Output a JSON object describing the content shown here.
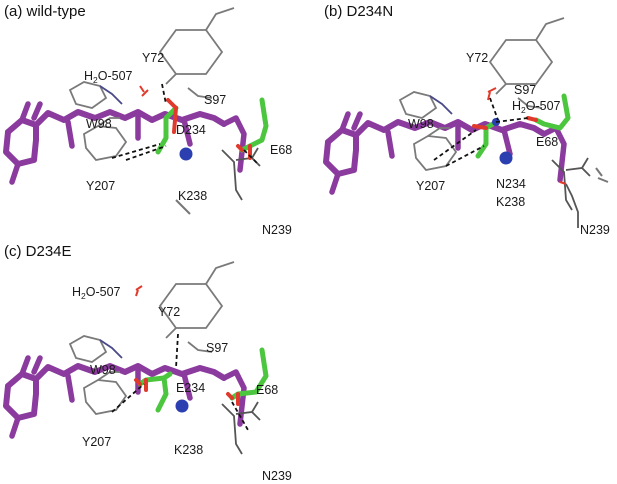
{
  "colors": {
    "retinal": "#8B3A9E",
    "lysine": "#8B3A9E",
    "nitrogen": "#2C3FB0",
    "carbon_highlight": "#4CC63F",
    "residue_gray": "#7A7A7A",
    "oxygen": "#E03A2C",
    "hbond": "#111111"
  },
  "panels": [
    {
      "title": "(a) wild-type",
      "labels": {
        "y72": "Y72",
        "water_prefix": "H",
        "water_sub": "2",
        "water_suffix": "O-507",
        "s97": "S97",
        "w98": "W98",
        "residue234": "D234",
        "e68": "E68",
        "y207": "Y207",
        "k238": "K238",
        "n239": "N239"
      }
    },
    {
      "title": "(b) D234N",
      "labels": {
        "y72": "Y72",
        "water_prefix": "H",
        "water_sub": "2",
        "water_suffix": "O-507",
        "s97": "S97",
        "w98": "W98",
        "residue234": "N234",
        "e68": "E68",
        "y207": "Y207",
        "k238": "K238",
        "n239": "N239"
      }
    },
    {
      "title": "(c) D234E",
      "labels": {
        "y72": "Y72",
        "water_prefix": "H",
        "water_sub": "2",
        "water_suffix": "O-507",
        "s97": "S97",
        "w98": "W98",
        "residue234": "E234",
        "e68": "E68",
        "y207": "Y207",
        "k238": "K238",
        "n239": "N239"
      }
    }
  ]
}
